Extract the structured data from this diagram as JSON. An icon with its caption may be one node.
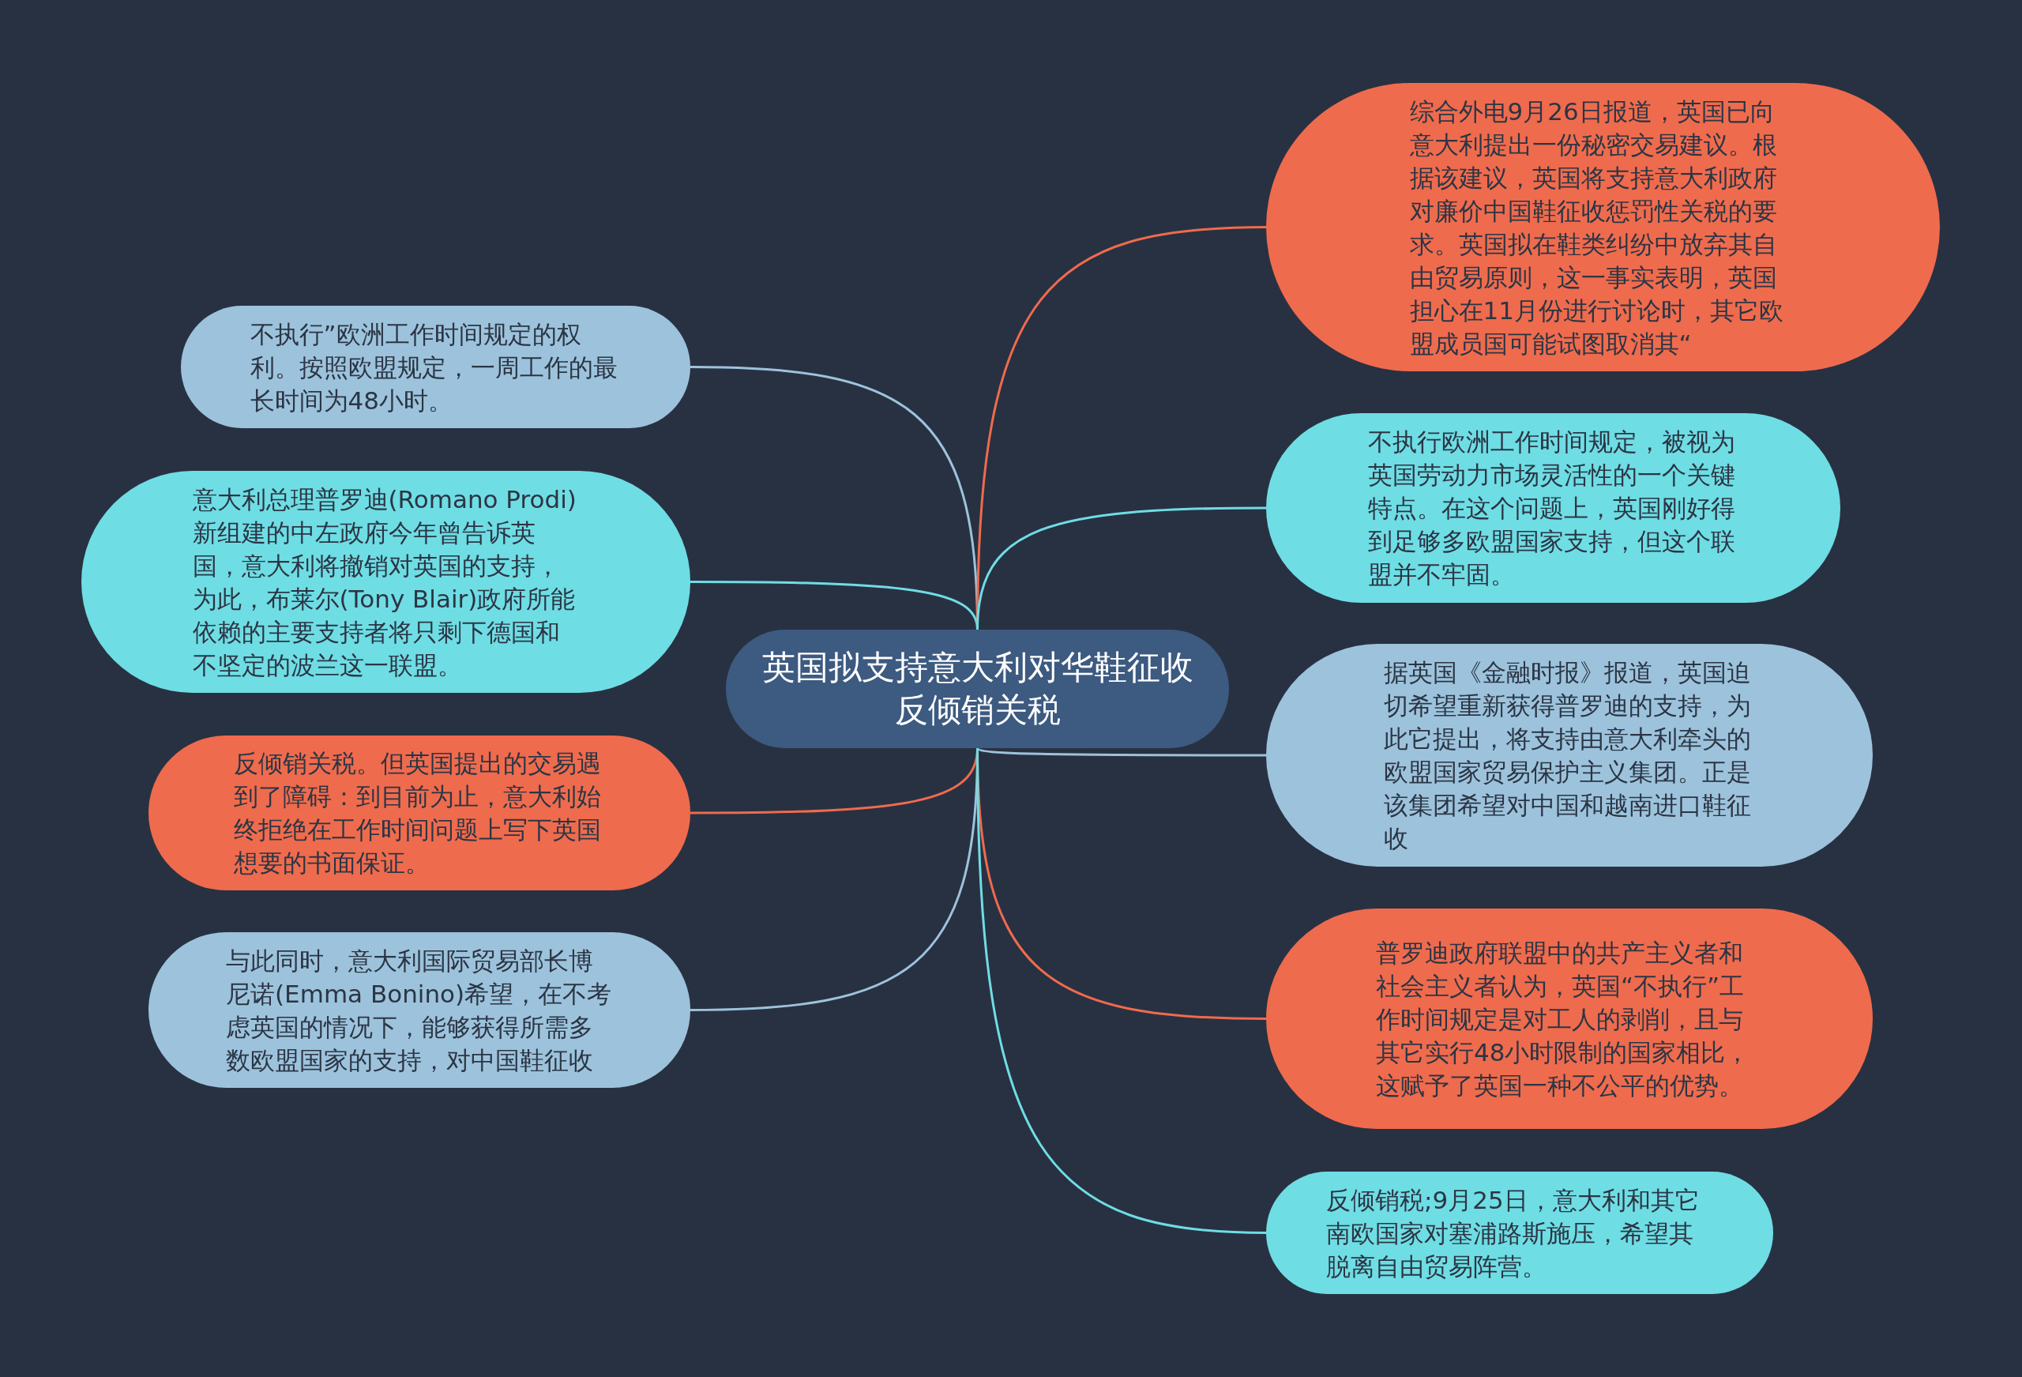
{
  "diagram": {
    "nodes": [
      {
        "text": [
          "英国拟支持意大利对华鞋征收反倾销关税"
        ]
      },
      {
        "text": [
          "不执行”欧洲工作时间规定的权利。按照欧盟规定，一周工作的最长时间为48小时。"
        ]
      },
      {
        "text": [
          "意大利总理普罗迪(Romano Prodi)新组建的中左政府今年曾告诉英国，意大利将撤销对英国的支持，为此，布莱尔(Tony Blair)政府所能依赖的主要支持者将只剩下德国和不坚定的波兰这一联盟。"
        ]
      },
      {
        "text": [
          "反倾销关税。但英国提出的交易遇到了障碍：到目前为止，意大利始终拒绝在工作时间问题上写下英国想要的书面保证。"
        ]
      },
      {
        "text": [
          "与此同时，意大利国际贸易部长博尼诺(Emma Bonino)希望，在不考虑英国的情况下，能够获得所需多数欧盟国家的支持，对中国鞋征收"
        ]
      },
      {
        "text": [
          "综合外电9月26日报道，英国已向意大利提出一份秘密交易建议。根据该建议，英国将支持意大利政府对廉价中国鞋征收惩罚性关税的要求。英国拟在鞋类纠纷中放弃其自由贸易原则，这一事实表明，英国担心在11月份进行讨论时，其它欧盟成员国可能试图取消其“"
        ]
      },
      {
        "text": [
          "不执行欧洲工作时间规定，被视为英国劳动力市场灵活性的一个关键特点。在这个问题上，英国刚好得到足够多欧盟国家支持，但这个联盟并不牢固。"
        ]
      },
      {
        "text": [
          "据英国《金融时报》报道，英国迫切希望重新获得普罗迪的支持，为此它提出，将支持由意大利牵头的欧盟国家贸易保护主义集团。正是该集团希望对中国和越南进口鞋征收"
        ]
      },
      {
        "text": [
          "普罗迪政府联盟中的共产主义者和社会主义者认为，英国“不执行”工作时间规定是对工人的剥削，且与其它实行48小时限制的国家相比，这赋予了英国一种不公平的优势。"
        ]
      },
      {
        "text": [
          "反倾销税;9月25日，意大利和其它南欧国家对塞浦路斯施压，希望其脱离自由贸易阵营。"
        ]
      }
    ],
    "edges": [
      {
        "from": 0,
        "to": 1,
        "arrow": "none",
        "color": "#9dc3dc"
      },
      {
        "from": 0,
        "to": 2,
        "arrow": "none",
        "color": "#6fdde4"
      },
      {
        "from": 0,
        "to": 3,
        "arrow": "none",
        "color": "#ef6b4d"
      },
      {
        "from": 0,
        "to": 4,
        "arrow": "none",
        "color": "#9dc3dc"
      },
      {
        "from": 0,
        "to": 5,
        "arrow": "none",
        "color": "#ef6b4d"
      },
      {
        "from": 0,
        "to": 6,
        "arrow": "none",
        "color": "#6fdde4"
      },
      {
        "from": 0,
        "to": 7,
        "arrow": "none",
        "color": "#9dc3dc"
      },
      {
        "from": 0,
        "to": 8,
        "arrow": "none",
        "color": "#ef6b4d"
      },
      {
        "from": 0,
        "to": 9,
        "arrow": "none",
        "color": "#6fdde4"
      }
    ]
  }
}
